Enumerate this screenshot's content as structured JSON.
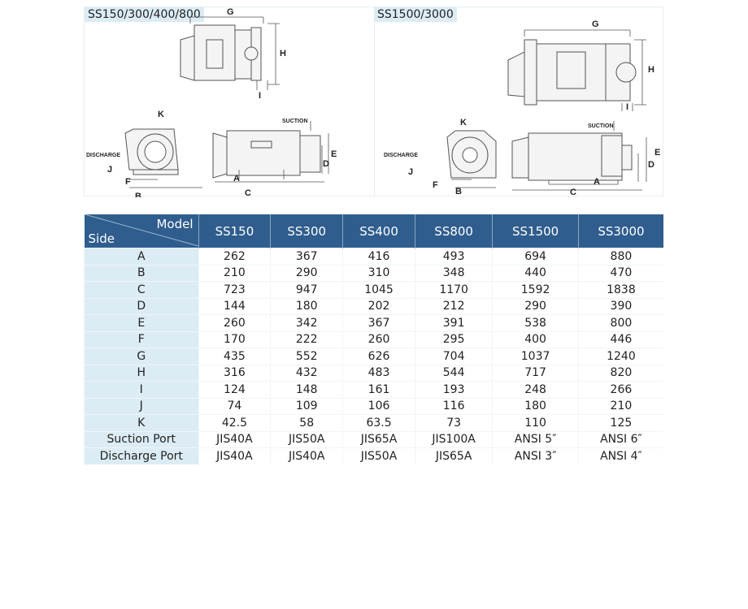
{
  "drawings": {
    "left": {
      "title": "SS150/300/400/800"
    },
    "right": {
      "title": "SS1500/3000"
    },
    "labels": {
      "G": "G",
      "H": "H",
      "I": "I",
      "K": "K",
      "suction": "SUCTION",
      "discharge": "DISCHARGE",
      "J": "J",
      "F": "F",
      "B": "B",
      "A": "A",
      "C": "C",
      "D": "D",
      "E": "E"
    }
  },
  "table": {
    "corner_model": "Model",
    "corner_side": "Side",
    "models": [
      "SS150",
      "SS300",
      "SS400",
      "SS800",
      "SS1500",
      "SS3000"
    ],
    "rows": [
      {
        "side": "A",
        "values": [
          "262",
          "367",
          "416",
          "493",
          "694",
          "880"
        ]
      },
      {
        "side": "B",
        "values": [
          "210",
          "290",
          "310",
          "348",
          "440",
          "470"
        ]
      },
      {
        "side": "C",
        "values": [
          "723",
          "947",
          "1045",
          "1170",
          "1592",
          "1838"
        ]
      },
      {
        "side": "D",
        "values": [
          "144",
          "180",
          "202",
          "212",
          "290",
          "390"
        ]
      },
      {
        "side": "E",
        "values": [
          "260",
          "342",
          "367",
          "391",
          "538",
          "800"
        ]
      },
      {
        "side": "F",
        "values": [
          "170",
          "222",
          "260",
          "295",
          "400",
          "446"
        ]
      },
      {
        "side": "G",
        "values": [
          "435",
          "552",
          "626",
          "704",
          "1037",
          "1240"
        ]
      },
      {
        "side": "H",
        "values": [
          "316",
          "432",
          "483",
          "544",
          "717",
          "820"
        ]
      },
      {
        "side": "I",
        "values": [
          "124",
          "148",
          "161",
          "193",
          "248",
          "266"
        ]
      },
      {
        "side": "J",
        "values": [
          "74",
          "109",
          "106",
          "116",
          "180",
          "210"
        ]
      },
      {
        "side": "K",
        "values": [
          "42.5",
          "58",
          "63.5",
          "73",
          "110",
          "125"
        ]
      },
      {
        "side": "Suction Port",
        "values": [
          "JIS40A",
          "JIS50A",
          "JIS65A",
          "JIS100A",
          "ANSI 5″",
          "ANSI 6″"
        ]
      },
      {
        "side": "Discharge Port",
        "values": [
          "JIS40A",
          "JIS40A",
          "JIS50A",
          "JIS65A",
          "ANSI 3″",
          "ANSI 4″"
        ]
      }
    ]
  }
}
